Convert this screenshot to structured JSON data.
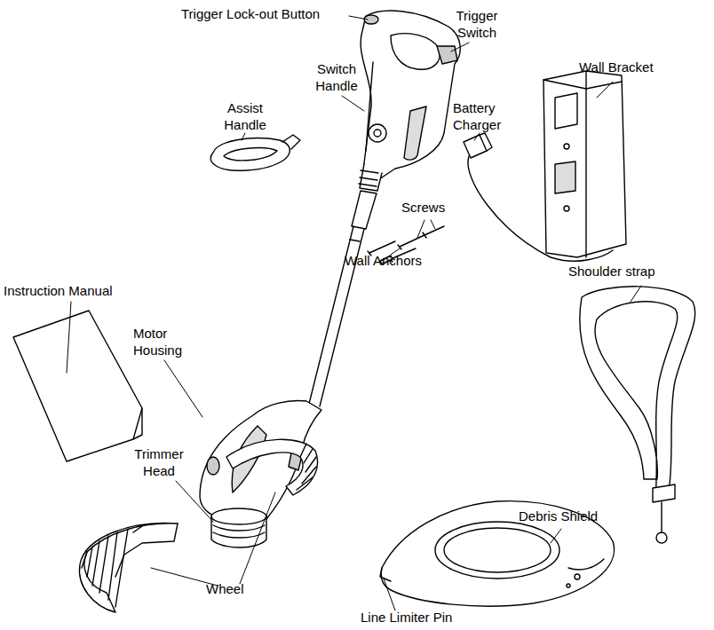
{
  "diagram": {
    "labels": [
      "Trigger Lock-out Button",
      "Trigger Switch",
      "Switch Handle",
      "Assist Handle",
      "Battery Charger",
      "Wall Bracket",
      "Screws",
      "Wall Anchors",
      "Shoulder strap",
      "Instruction Manual",
      "Motor Housing",
      "Trimmer Head",
      "Debris Shield",
      "Wheel",
      "Line Limiter Pin"
    ]
  }
}
